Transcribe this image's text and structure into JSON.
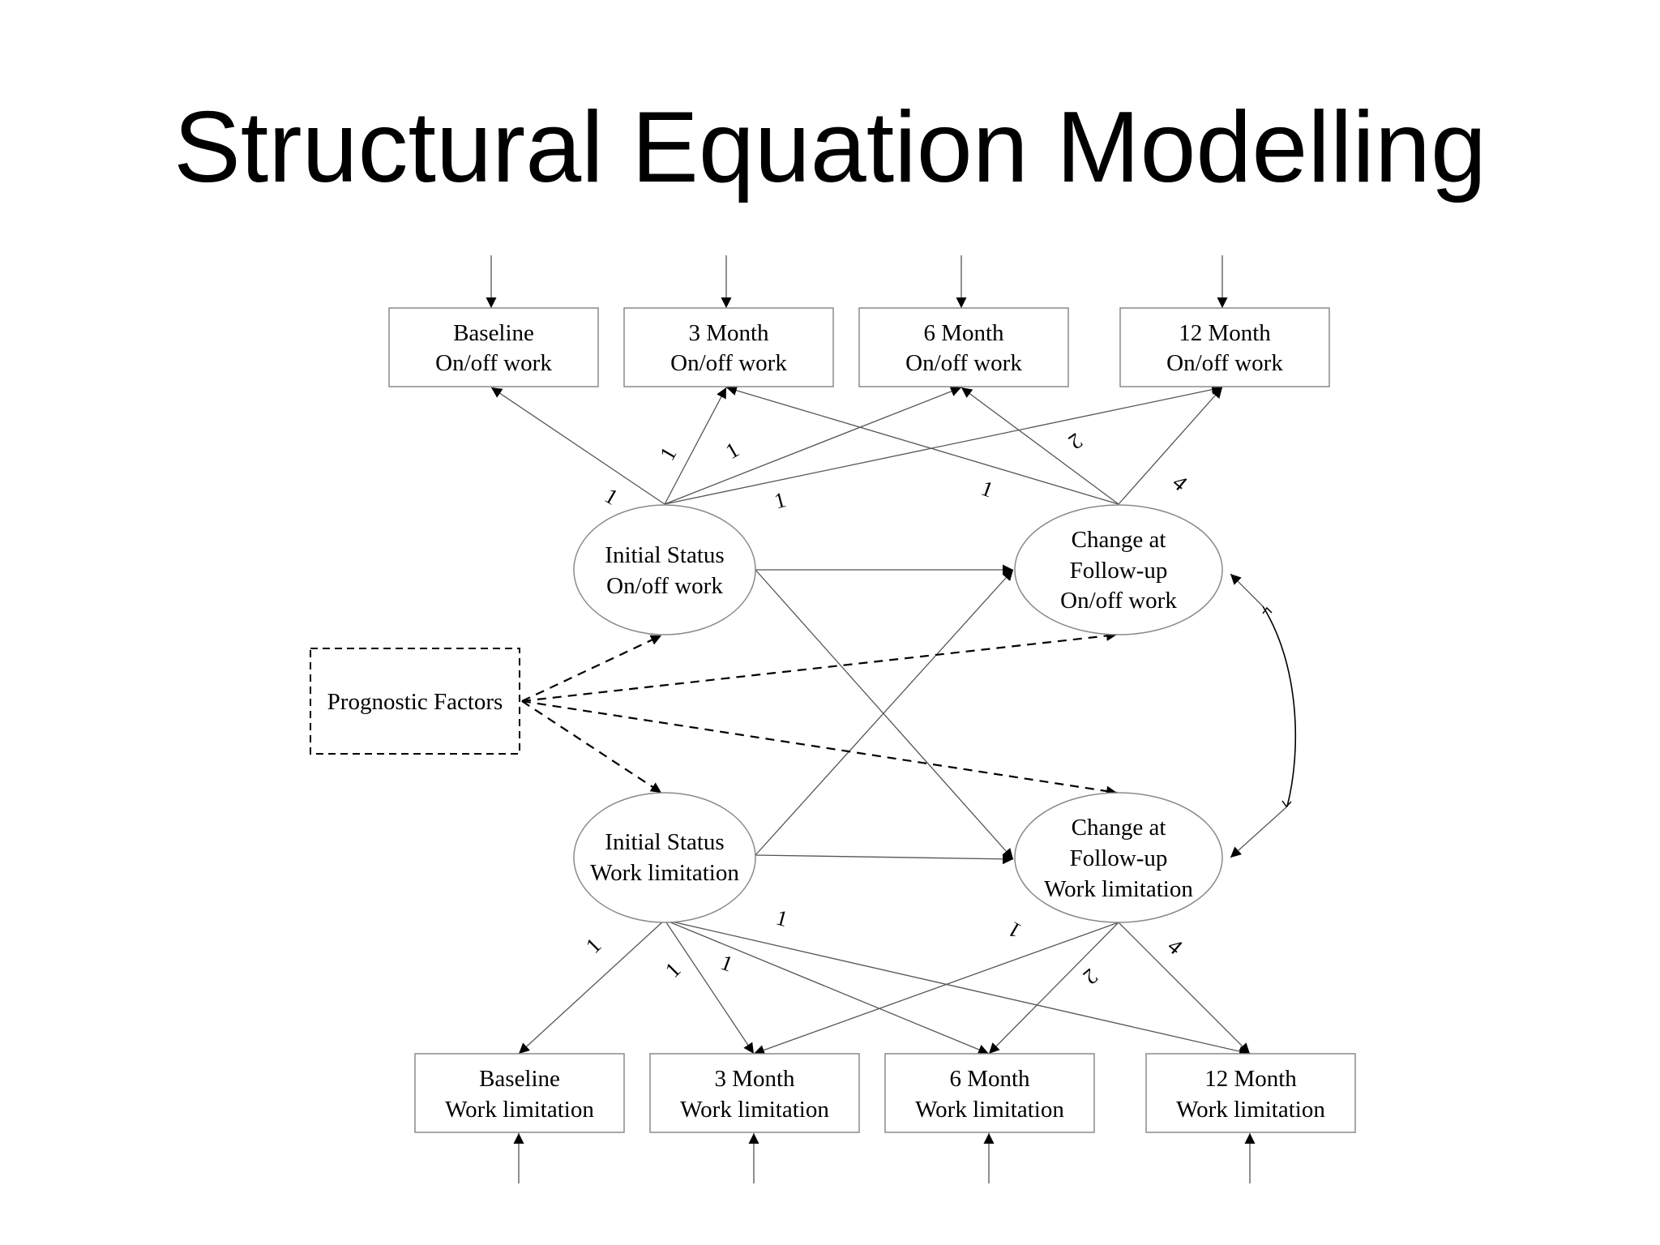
{
  "title": "Structural Equation Modelling",
  "observed_top": [
    {
      "line1": "Baseline",
      "line2": "On/off work"
    },
    {
      "line1": "3 Month",
      "line2": "On/off work"
    },
    {
      "line1": "6 Month",
      "line2": "On/off work"
    },
    {
      "line1": "12 Month",
      "line2": "On/off work"
    }
  ],
  "observed_bottom": [
    {
      "line1": "Baseline",
      "line2": "Work limitation"
    },
    {
      "line1": "3 Month",
      "line2": "Work limitation"
    },
    {
      "line1": "6 Month",
      "line2": "Work limitation"
    },
    {
      "line1": "12 Month",
      "line2": "Work limitation"
    }
  ],
  "latent": {
    "initial_onoff": [
      "Initial Status",
      "On/off work"
    ],
    "change_onoff": [
      "Change at",
      "Follow-up",
      "On/off work"
    ],
    "initial_wl": [
      "Initial Status",
      "Work limitation"
    ],
    "change_wl": [
      "Change at",
      "Follow-up",
      "Work limitation"
    ]
  },
  "prognostic": "Prognostic Factors",
  "loadings_top": {
    "initial": [
      "1",
      "1",
      "1",
      "1"
    ],
    "change": [
      "1",
      "2",
      "4"
    ]
  },
  "loadings_bottom": {
    "initial": [
      "1",
      "1",
      "1",
      "1"
    ],
    "change": [
      "1",
      "2",
      "4"
    ]
  }
}
